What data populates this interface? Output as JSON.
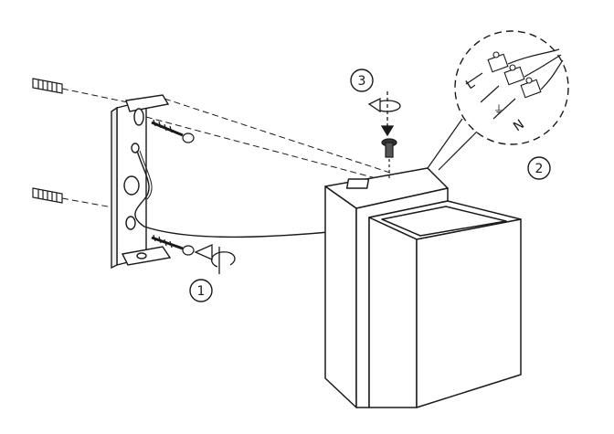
{
  "steps": {
    "step1": "1",
    "step2": "2",
    "step3": "3"
  },
  "wiring": {
    "live": "L",
    "neutral": "N",
    "earth_symbol": "⏚"
  },
  "colors": {
    "line": "#1a1a1a",
    "background": "#ffffff"
  }
}
